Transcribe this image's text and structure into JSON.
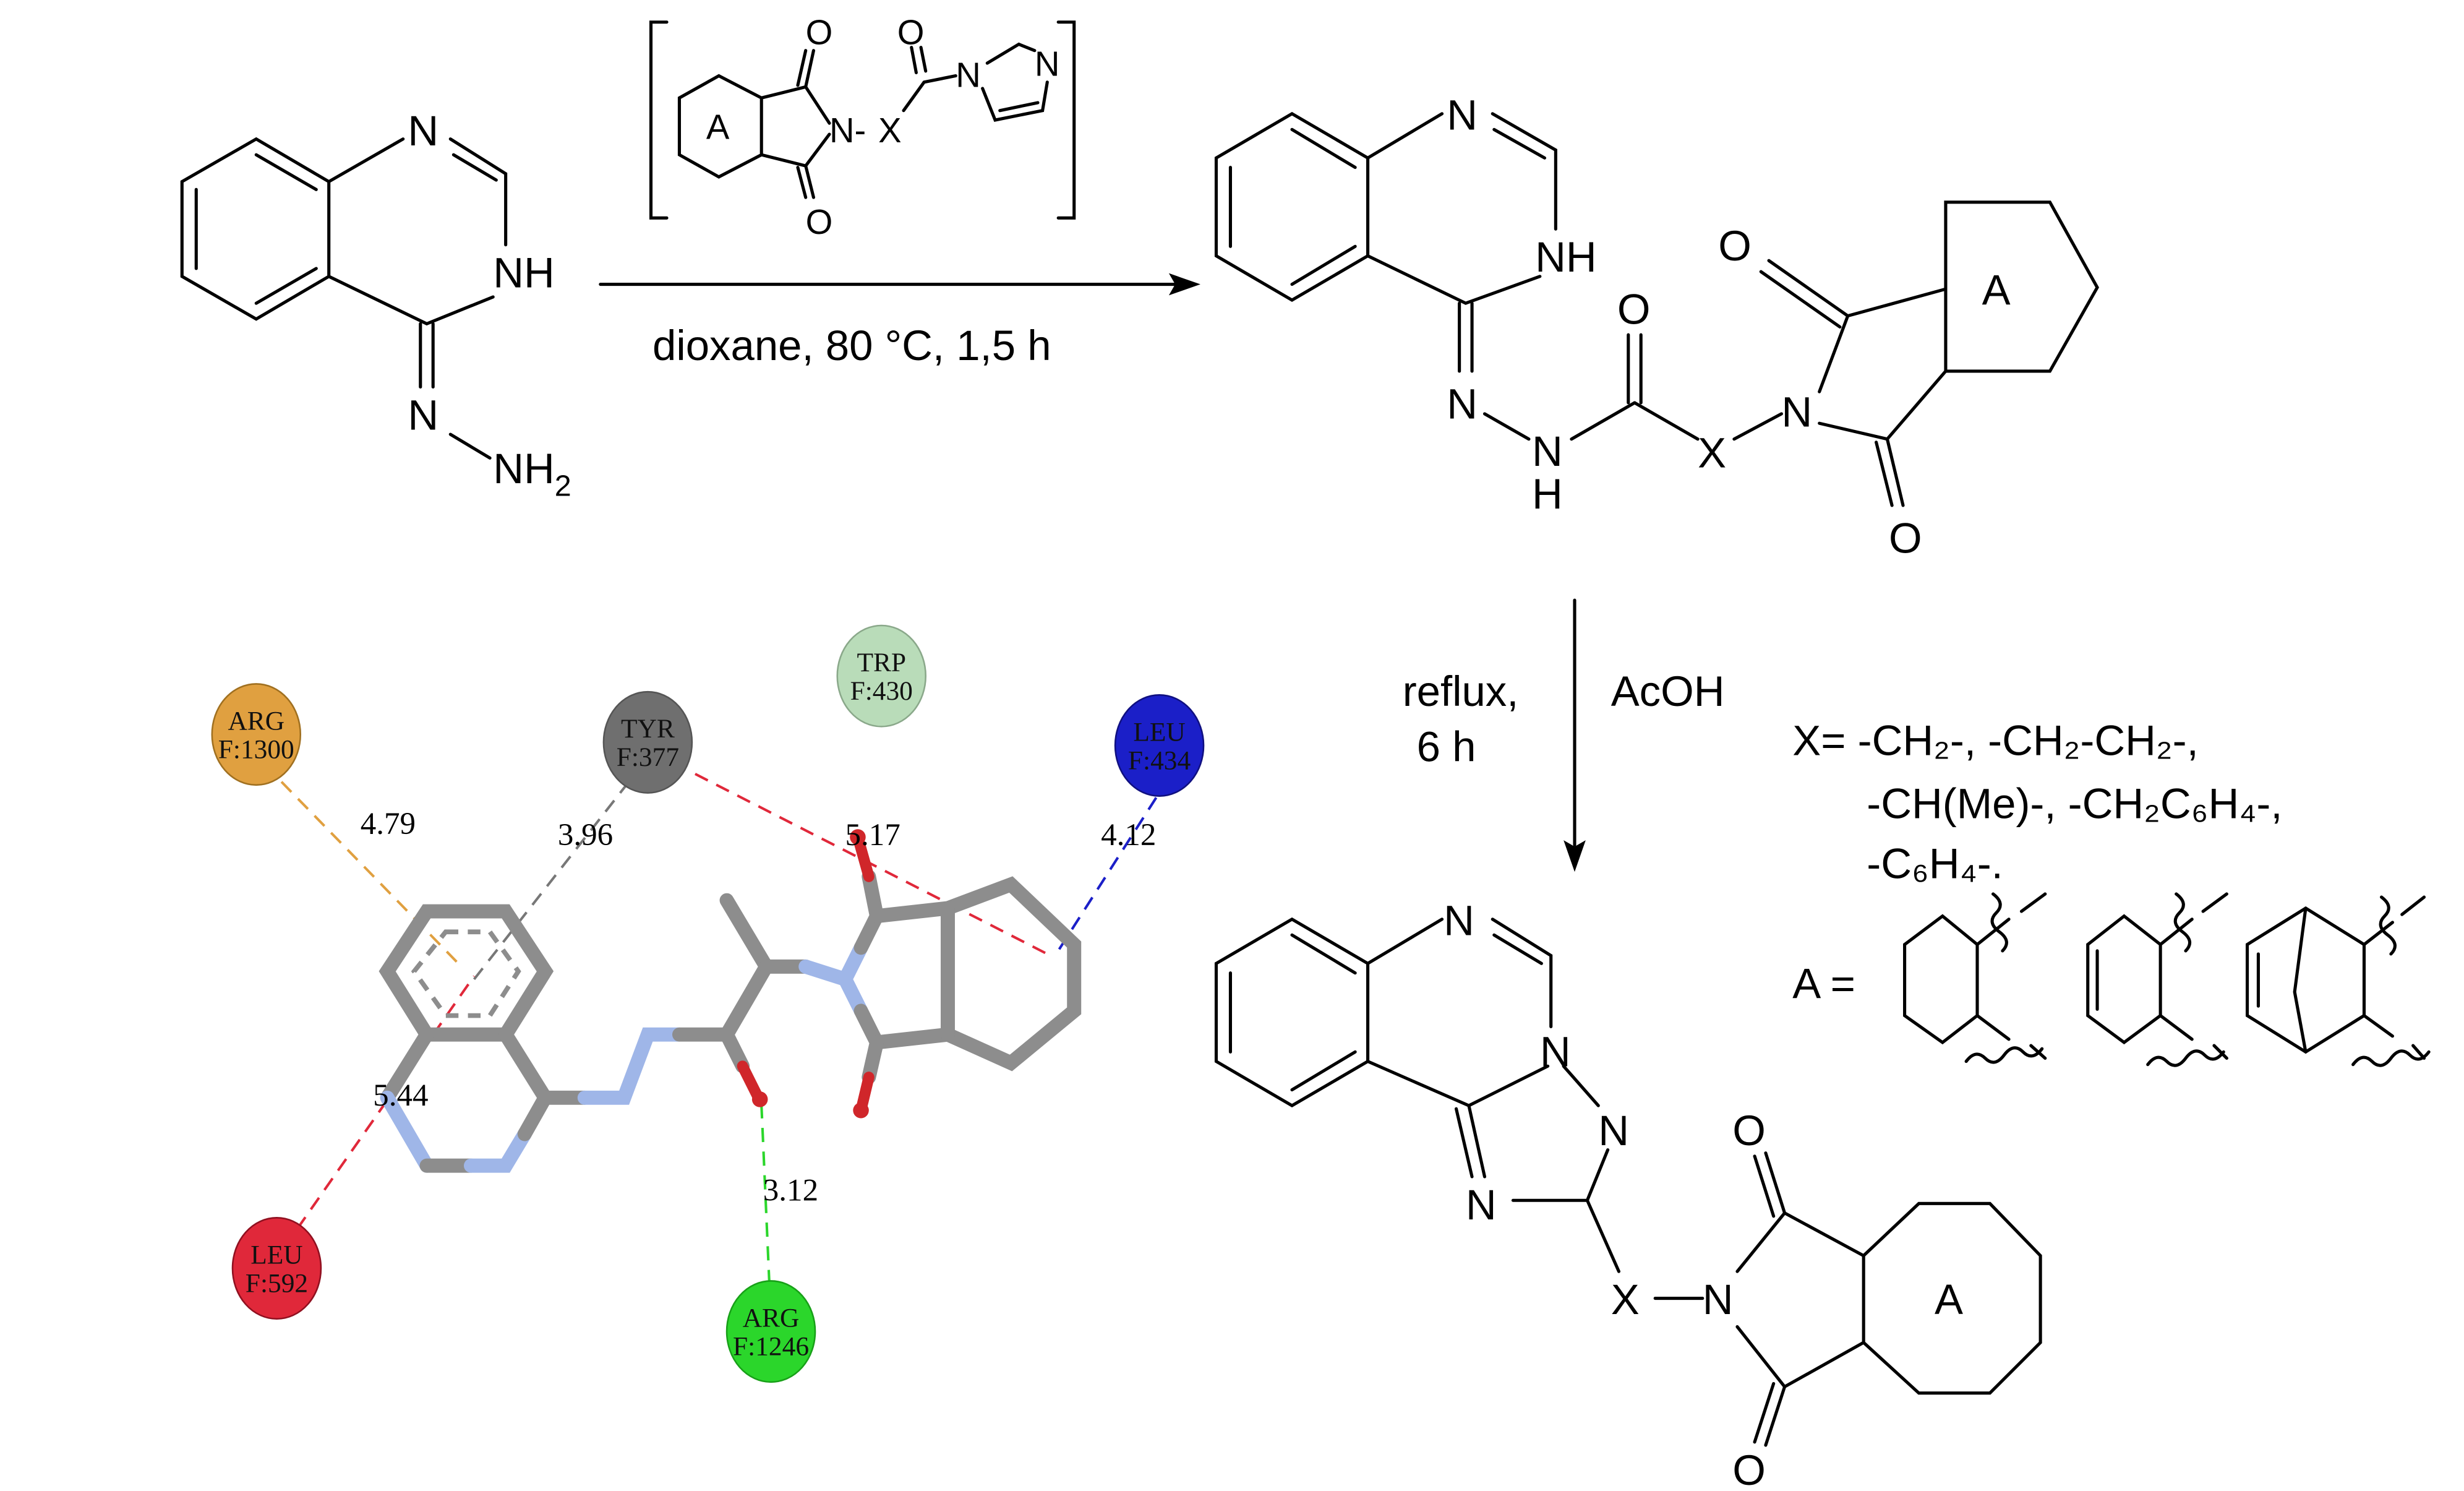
{
  "reaction1": {
    "reagent_ring_label": "A",
    "reagent_atoms": {
      "o_top": "O",
      "o_bottom": "O",
      "n_imide": "N-",
      "x": "X",
      "o_carbonyl": "O",
      "n_imid1": "N",
      "n_imid2": "N"
    },
    "conditions": "dioxane, 80 °C, 1,5 h"
  },
  "starting_material": {
    "n": "N",
    "nh": "NH",
    "n_hydrazone": "N",
    "nh2_main": "NH",
    "nh2_sub": "2"
  },
  "intermediate": {
    "n": "N",
    "nh": "NH",
    "n_eq": "N",
    "nh_n": "N",
    "nh_h": "H",
    "o_amide": "O",
    "x": "X",
    "n_imide": "N",
    "o_top": "O",
    "o_bottom": "O",
    "ring_label": "A"
  },
  "reaction2": {
    "conditions_left_1": "reflux,",
    "conditions_left_2": "6 h",
    "conditions_right": "AcOH"
  },
  "substituents": {
    "x_line1": "X= -CH₂-, -CH₂-CH₂-,",
    "x_line2": "-CH(Me)-, -CH₂C₆H₄-,",
    "x_line3": "-C₆H₄-.",
    "a_label": "A ="
  },
  "product": {
    "n_top": "N",
    "n1": "N",
    "n2": "N",
    "n3": "N",
    "x": "X",
    "n_imide": "N",
    "o_top": "O",
    "o_bottom": "O",
    "ring_label": "A"
  },
  "docking": {
    "residues": [
      {
        "name": "ARG",
        "id": "F:1300",
        "color": "#e0a040"
      },
      {
        "name": "TYR",
        "id": "F:377",
        "color": "#6f6f6f"
      },
      {
        "name": "TRP",
        "id": "F:430",
        "color": "#b9dcb9"
      },
      {
        "name": "LEU",
        "id": "F:434",
        "color": "#1b1fc8"
      },
      {
        "name": "LEU",
        "id": "F:592",
        "color": "#e0283a"
      },
      {
        "name": "ARG",
        "id": "F:1246",
        "color": "#2bd62b"
      }
    ],
    "distances": [
      "4.79",
      "3.96",
      "5.17",
      "4.12",
      "5.44",
      "3.12"
    ]
  }
}
